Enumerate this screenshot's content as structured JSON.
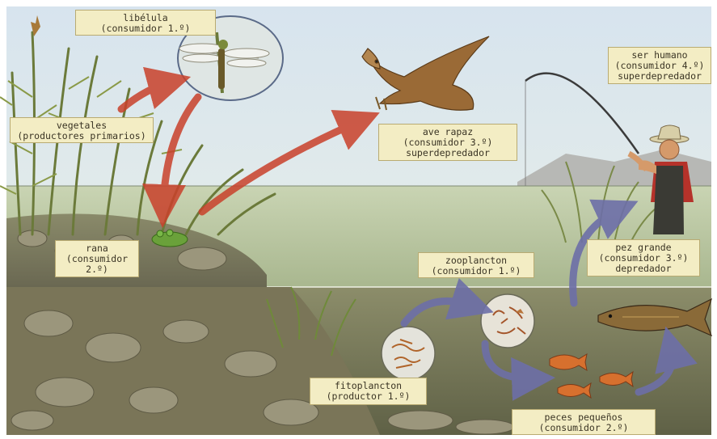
{
  "colors": {
    "sky_top": "#d9e6ee",
    "sky_bottom": "#eef3ea",
    "water_surface": "#b9c9a6",
    "water_deep": "#6f7450",
    "label_bg": "#f3edc4",
    "label_border": "#b9ab72",
    "red_arrow": "#c9412b",
    "blue_arrow": "#6d6fa8"
  },
  "labels": {
    "libelula": {
      "line1": "libélula",
      "line2": "(consumidor 1.º)"
    },
    "vegetales": {
      "line1": "vegetales",
      "line2": "(productores primarios)"
    },
    "ave_rapaz": {
      "line1": "ave rapaz",
      "line2": "(consumidor 3.º)",
      "line3": "superdepredador"
    },
    "ser_humano": {
      "line1": "ser humano",
      "line2": "(consumidor 4.º)",
      "line3": "superdepredador"
    },
    "rana": {
      "line1": "rana",
      "line2": "(consumidor",
      "line3": "2.º)"
    },
    "zooplancton": {
      "line1": "zooplancton",
      "line2": "(consumidor 1.º)"
    },
    "pez_grande": {
      "line1": "pez grande",
      "line2": "(consumidor 3.º)",
      "line3": "depredador"
    },
    "fitoplancton": {
      "line1": "fitoplancton",
      "line2": "(productor 1.º)"
    },
    "peces_pequenos": {
      "line1": "peces pequeños",
      "line2": "(consumidor 2.º)"
    }
  },
  "icons": [
    "dragonfly-icon",
    "eagle-icon",
    "fisherman-icon",
    "frog-icon",
    "big-fish-icon",
    "small-fish-icon",
    "phytoplankton-icon",
    "zooplankton-icon",
    "reeds-icon",
    "rocks-icon"
  ]
}
